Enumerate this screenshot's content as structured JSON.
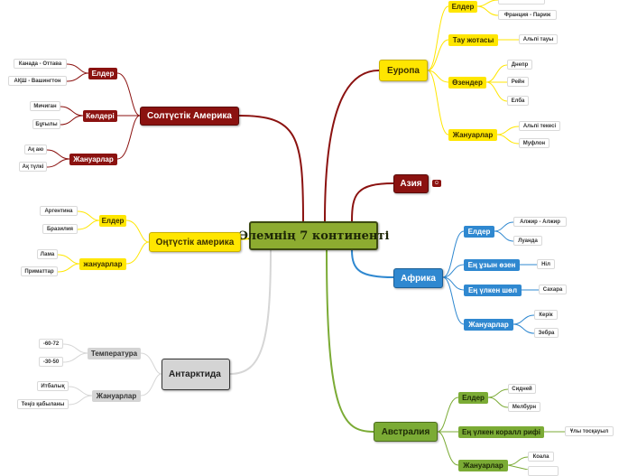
{
  "root": "Әлемнің 7 континенті",
  "europe": {
    "title": "Еуропа",
    "countries": "Елдер",
    "france": "Франция - Париж",
    "mountains": "Тау жотасы",
    "alps": "Альпі тауы",
    "rivers": "Өзендер",
    "dnieper": "Днепр",
    "rhine": "Рейн",
    "elbe": "Елба",
    "animals": "Жануарлар",
    "alpine_goat": "Альпі текесі",
    "mouflon": "Муфлон"
  },
  "asia": {
    "title": "Азия",
    "badge": "Ω"
  },
  "africa": {
    "title": "Африка",
    "countries": "Елдер",
    "algeria": "Алжир - Алжир",
    "rwanda": "Луанда",
    "longest_river": "Ең ұзын өзен",
    "nile": "Ніл",
    "largest_desert": "Ең үлкен шөл",
    "sahara": "Сахара",
    "animals": "Жануарлар",
    "cheetah": "Керік",
    "zebra": "Зебра"
  },
  "australia": {
    "title": "Австралия",
    "countries": "Елдер",
    "sydney": "Сидней",
    "melbourne": "Мелбурн",
    "reef": "Ең үлкен коралл рифі",
    "great_barrier": "Ұлы тосқауыл",
    "animals": "Жануарлар",
    "koala": "Коала"
  },
  "north_america": {
    "title": "Солтүстік Америка",
    "countries": "Елдер",
    "canada": "Канада - Оттава",
    "usa": "АҚШ - Вашингтон",
    "lakes": "Көлдері",
    "michigan": "Мичиган",
    "hudson": "Бұғылы",
    "animals": "Жануарлар",
    "polar_bear": "Ақ аю",
    "arctic_fox": "Ақ түлкі"
  },
  "south_america": {
    "title": "Оңтүстік америка",
    "countries": "Елдер",
    "argentina": "Аргентина",
    "brazil": "Бразилия",
    "animals": "жануарлар",
    "llama": "Лама",
    "primates": "Приматтар"
  },
  "antarctica": {
    "title": "Антарктида",
    "temperature": "Температура",
    "t1": "-60-72",
    "t2": "-30-50",
    "animals": "Жануарлар",
    "penguin": "Итбалық",
    "seal": "Теңіз қабыланы"
  }
}
